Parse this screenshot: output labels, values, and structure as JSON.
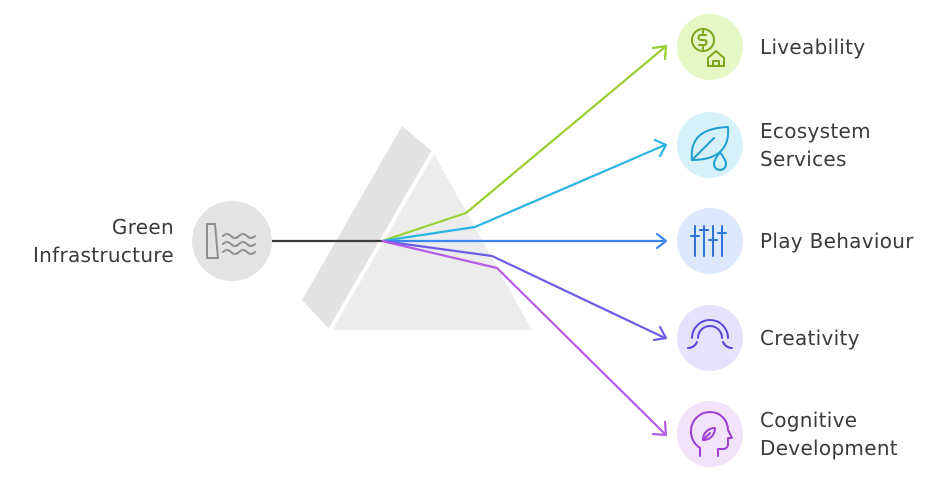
{
  "source": {
    "label_line1": "Green",
    "label_line2": "Infrastructure",
    "icon": "dam-water-icon",
    "circle_color": "#e3e3e3",
    "line_color": "#3d3d3d"
  },
  "prism": {
    "color": "#e9e9e9",
    "edge_color": "#ffffff"
  },
  "outcomes": [
    {
      "id": "liveability",
      "line1": "Liveability",
      "line2": "",
      "icon": "money-house-icon",
      "color": "#9acd32",
      "circle": "#e6f7c6"
    },
    {
      "id": "ecosystem-services",
      "line1": "Ecosystem",
      "line2": "Services",
      "icon": "leaf-drop-icon",
      "color": "#2ab4e4",
      "circle": "#d7f1fb"
    },
    {
      "id": "play-behaviour",
      "line1": "Play Behaviour",
      "line2": "",
      "icon": "sliders-icon",
      "color": "#3d86f0",
      "circle": "#dce8fc"
    },
    {
      "id": "creativity",
      "line1": "Creativity",
      "line2": "",
      "icon": "rainbow-icon",
      "color": "#6b5ce6",
      "circle": "#e6e2fb"
    },
    {
      "id": "cognitive-development",
      "line1": "Cognitive",
      "line2": "Development",
      "icon": "brain-head-icon",
      "color": "#b45ce8",
      "circle": "#f2e2fa"
    }
  ]
}
